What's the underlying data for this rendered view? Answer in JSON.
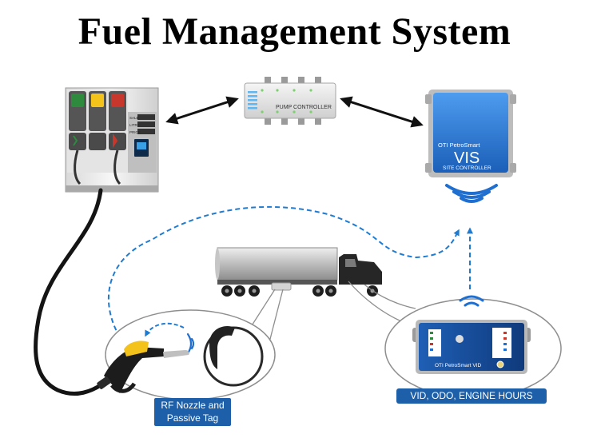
{
  "title": "Fuel Management System",
  "pump_controller": {
    "label": "PUMP CONTROLLER"
  },
  "site_controller": {
    "brand": "OTI PetroSmart",
    "model": "VIS",
    "subtitle": "SITE CONTROLLER"
  },
  "dispenser": {
    "labels": [
      "SALE",
      "LITRE",
      "PRICE"
    ]
  },
  "vid_device": {
    "brand": "OTI PetroSmart VID"
  },
  "callouts": {
    "nozzle_tag": [
      "RF Nozzle and",
      "Passive Tag"
    ],
    "vid": "VID, ODO, ENGINE HOURS"
  },
  "colors": {
    "link_dashed": "#1f7bd0",
    "badge_bg": "#1d5fa8",
    "wifi": "#1f6fd0",
    "green_light": "#2e8b3e",
    "yellow_light": "#f3c21b",
    "red_light": "#c7372b"
  }
}
